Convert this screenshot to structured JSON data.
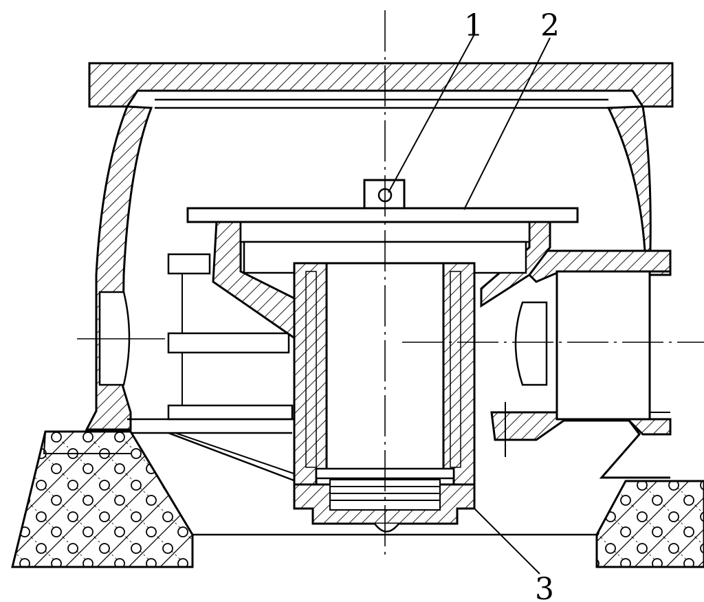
{
  "figure": {
    "callouts": [
      {
        "id": "callout-1",
        "label": "1"
      },
      {
        "id": "callout-2",
        "label": "2"
      },
      {
        "id": "callout-3",
        "label": "3"
      }
    ]
  },
  "colors": {
    "line": "#000000",
    "background": "#ffffff"
  }
}
